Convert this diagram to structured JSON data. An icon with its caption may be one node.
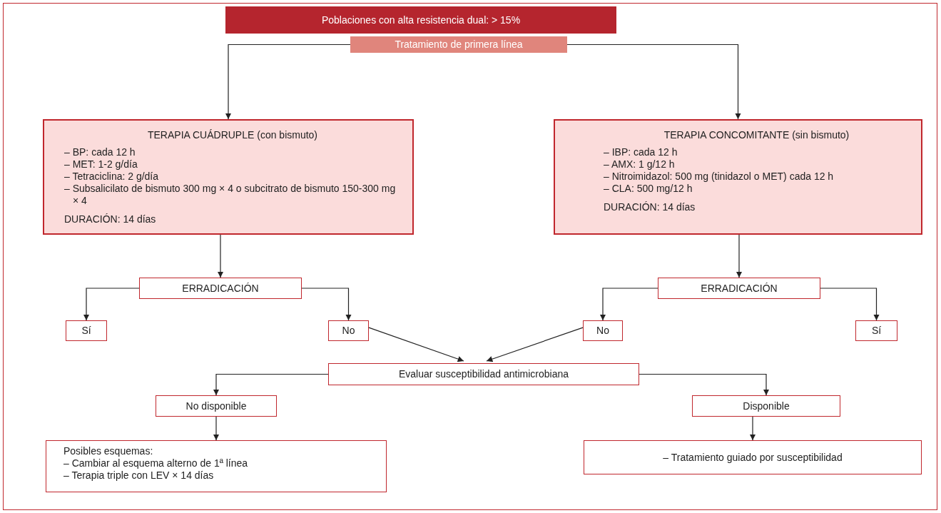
{
  "diagram": {
    "nodes": [
      {
        "text": [
          "Poblaciones con alta resistencia dual: > 15%"
        ]
      },
      {
        "text": [
          "Tratamiento de primera línea"
        ]
      },
      {
        "text": [
          "TERAPIA CUÁDRUPLE (con bismuto)",
          "– BP: cada 12 h",
          "– MET: 1-2 g/día",
          "– Tetraciclina: 2 g/día",
          "– Subsalicilato de bismuto 300 mg × 4 o subcitrato de bismuto 150-300 mg × 4",
          "DURACIÓN: 14 días"
        ]
      },
      {
        "text": [
          "TERAPIA CONCOMITANTE (sin bismuto)",
          "– IBP: cada 12 h",
          "– AMX: 1 g/12 h",
          "– Nitroimidazol: 500 mg (tinidazol o MET) cada 12 h",
          "– CLA: 500 mg/12 h",
          "DURACIÓN: 14 días"
        ]
      },
      {
        "text": [
          "ERRADICACIÓN"
        ]
      },
      {
        "text": [
          "Sí"
        ]
      },
      {
        "text": [
          "No"
        ]
      },
      {
        "text": [
          "ERRADICACIÓN"
        ]
      },
      {
        "text": [
          "No"
        ]
      },
      {
        "text": [
          "Sí"
        ]
      },
      {
        "text": [
          "Evaluar susceptibilidad antimicrobiana"
        ]
      },
      {
        "text": [
          "No disponible"
        ]
      },
      {
        "text": [
          "Disponible"
        ]
      },
      {
        "text": [
          "Posibles esquemas:",
          "– Cambiar al esquema alterno de 1ª línea",
          "– Terapia triple con LEV × 14 días"
        ]
      },
      {
        "text": [
          "– Tratamiento guiado por susceptibilidad"
        ]
      }
    ],
    "edges": [
      {
        "from": 1,
        "to": 2,
        "arrow": "to"
      },
      {
        "from": 1,
        "to": 3,
        "arrow": "to"
      },
      {
        "from": 2,
        "to": 4,
        "arrow": "to"
      },
      {
        "from": 4,
        "to": 5,
        "arrow": "to"
      },
      {
        "from": 4,
        "to": 6,
        "arrow": "to"
      },
      {
        "from": 3,
        "to": 7,
        "arrow": "to"
      },
      {
        "from": 7,
        "to": 8,
        "arrow": "to"
      },
      {
        "from": 7,
        "to": 9,
        "arrow": "to"
      },
      {
        "from": 6,
        "to": 10,
        "arrow": "to"
      },
      {
        "from": 8,
        "to": 10,
        "arrow": "to"
      },
      {
        "from": 10,
        "to": 11,
        "arrow": "to"
      },
      {
        "from": 10,
        "to": 12,
        "arrow": "to"
      },
      {
        "from": 11,
        "to": 13,
        "arrow": "to"
      },
      {
        "from": 12,
        "to": 14,
        "arrow": "to"
      }
    ]
  }
}
